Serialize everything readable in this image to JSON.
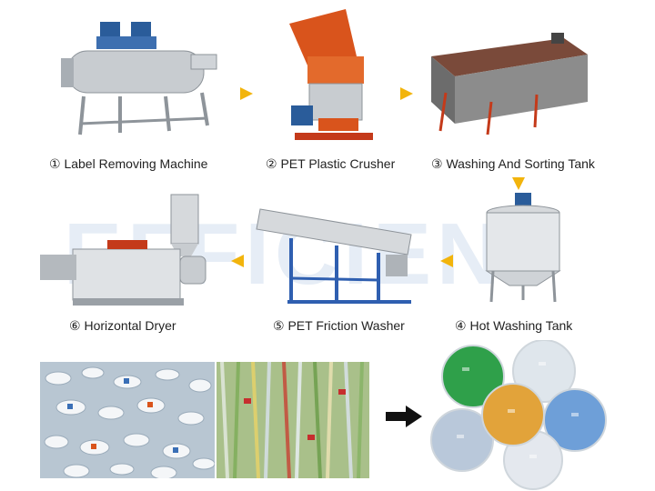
{
  "watermark": "EFFICIENT",
  "steps": [
    {
      "num": "①",
      "label": "Label Removing Machine"
    },
    {
      "num": "②",
      "label": "PET Plastic Crusher"
    },
    {
      "num": "③",
      "label": "Washing And Sorting Tank"
    },
    {
      "num": "④",
      "label": "Hot Washing Tank"
    },
    {
      "num": "⑤",
      "label": "PET Friction Washer"
    },
    {
      "num": "⑥",
      "label": "Horizontal Dryer"
    }
  ],
  "colors": {
    "arrow": "#f2b40c",
    "machine_gray": "#c8ccd0",
    "crusher_orange": "#d9541c",
    "frame_red": "#c43a1a",
    "frame_blue": "#2f5fb0",
    "motor_blue": "#2a5c9a"
  }
}
